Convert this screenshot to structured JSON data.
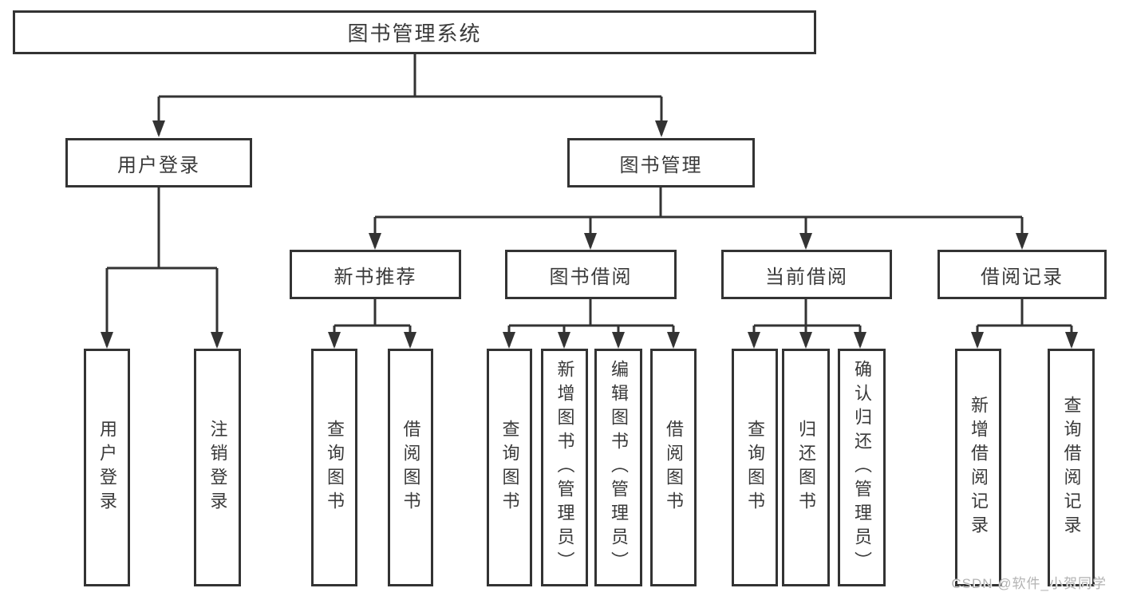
{
  "diagram_title": "图书管理系统",
  "colors": {
    "line": "#333333",
    "box_border": "#333333",
    "text": "#3a3a3a",
    "background": "#ffffff",
    "watermark": "#b3b3b3"
  },
  "nodes": {
    "root": {
      "label": "图书管理系统"
    },
    "level1": [
      {
        "id": "user-login",
        "label": "用户登录"
      },
      {
        "id": "book-management",
        "label": "图书管理"
      }
    ],
    "level2": [
      {
        "id": "new-book-recommend",
        "label": "新书推荐"
      },
      {
        "id": "book-borrow",
        "label": "图书借阅"
      },
      {
        "id": "current-borrow",
        "label": "当前借阅"
      },
      {
        "id": "borrow-records",
        "label": "借阅记录"
      }
    ],
    "leaves": [
      {
        "parent": "用户登录",
        "label": "用户登录"
      },
      {
        "parent": "用户登录",
        "label": "注销登录"
      },
      {
        "parent": "新书推荐",
        "label": "查询图书"
      },
      {
        "parent": "新书推荐",
        "label": "借阅图书"
      },
      {
        "parent": "图书借阅",
        "label": "查询图书"
      },
      {
        "parent": "图书借阅",
        "label": "新增图书（管理员）"
      },
      {
        "parent": "图书借阅",
        "label": "编辑图书（管理员）"
      },
      {
        "parent": "图书借阅",
        "label": "借阅图书"
      },
      {
        "parent": "当前借阅",
        "label": "查询图书"
      },
      {
        "parent": "当前借阅",
        "label": "归还图书"
      },
      {
        "parent": "当前借阅",
        "label": "确认归还（管理员）"
      },
      {
        "parent": "借阅记录",
        "label": "新增借阅记录"
      },
      {
        "parent": "借阅记录",
        "label": "查询借阅记录"
      }
    ]
  },
  "watermark": {
    "text": "CSDN @软件_小贺同学"
  }
}
